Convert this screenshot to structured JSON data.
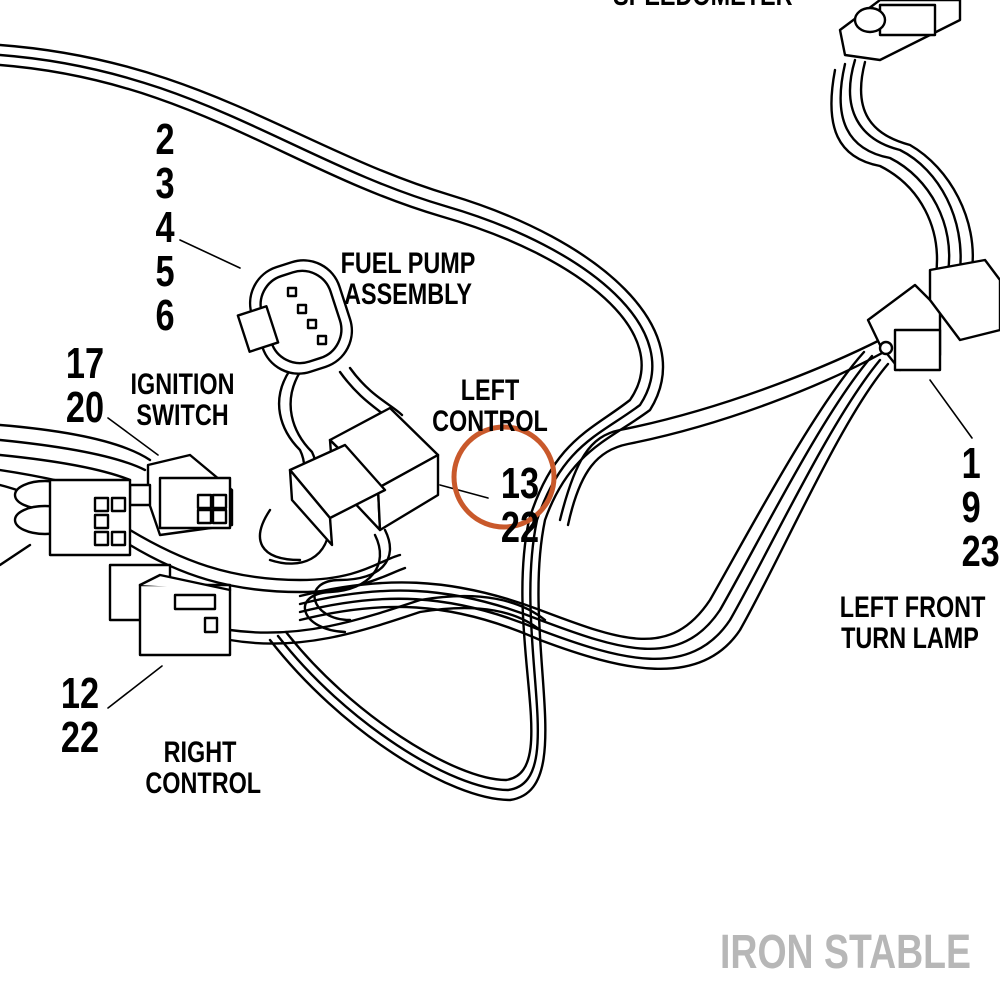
{
  "labels": {
    "fuel_pump_callouts": [
      "2",
      "3",
      "4",
      "5",
      "6"
    ],
    "fuel_pump_caption": [
      "FUEL PUMP",
      "ASSEMBLY"
    ],
    "ignition_callouts": [
      "17",
      "20"
    ],
    "ignition_caption": [
      "IGNITION",
      "SWITCH"
    ],
    "left_control_caption": [
      "LEFT",
      "CONTROL"
    ],
    "left_control_callouts": [
      "13",
      "22"
    ],
    "right_control_callouts": [
      "12",
      "22"
    ],
    "right_control_caption": [
      "RIGHT",
      "CONTROL"
    ],
    "turn_lamp_callouts": [
      "1",
      "9",
      "23"
    ],
    "turn_lamp_caption": [
      "LEFT FRONT",
      "TURN LAMP"
    ],
    "top_cutoff_text": "SPEEDOMETER"
  },
  "watermark": "IRON STABLE",
  "colors": {
    "line": "#000000",
    "highlight_circle": "#c9592b",
    "watermark": "#b7b7b7"
  }
}
